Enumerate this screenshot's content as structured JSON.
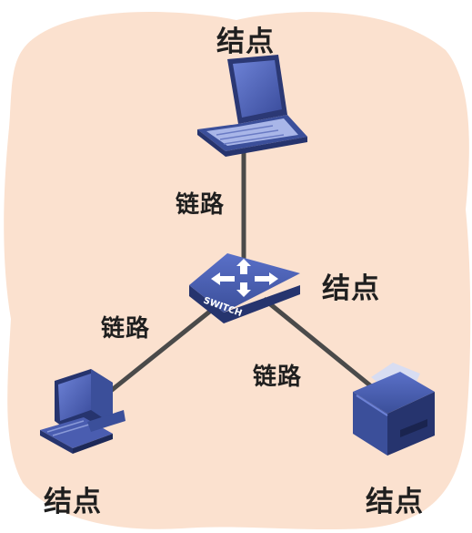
{
  "diagram": {
    "node_labels": {
      "laptop": "结点",
      "switch": "结点",
      "desktop": "结点",
      "printer": "结点"
    },
    "link_labels": {
      "laptop_switch": "链路",
      "switch_desktop": "链路",
      "switch_printer": "链路"
    },
    "switch_text": "SWITCH",
    "colors": {
      "background_blob": "#fbe1cf",
      "link_line": "#4a4a4a",
      "device_blue": "#3b4f9a",
      "device_dark": "#26346e",
      "label_text": "#1f1f1f"
    },
    "icons": [
      "laptop-icon",
      "switch-icon",
      "desktop-computer-icon",
      "printer-icon"
    ]
  }
}
